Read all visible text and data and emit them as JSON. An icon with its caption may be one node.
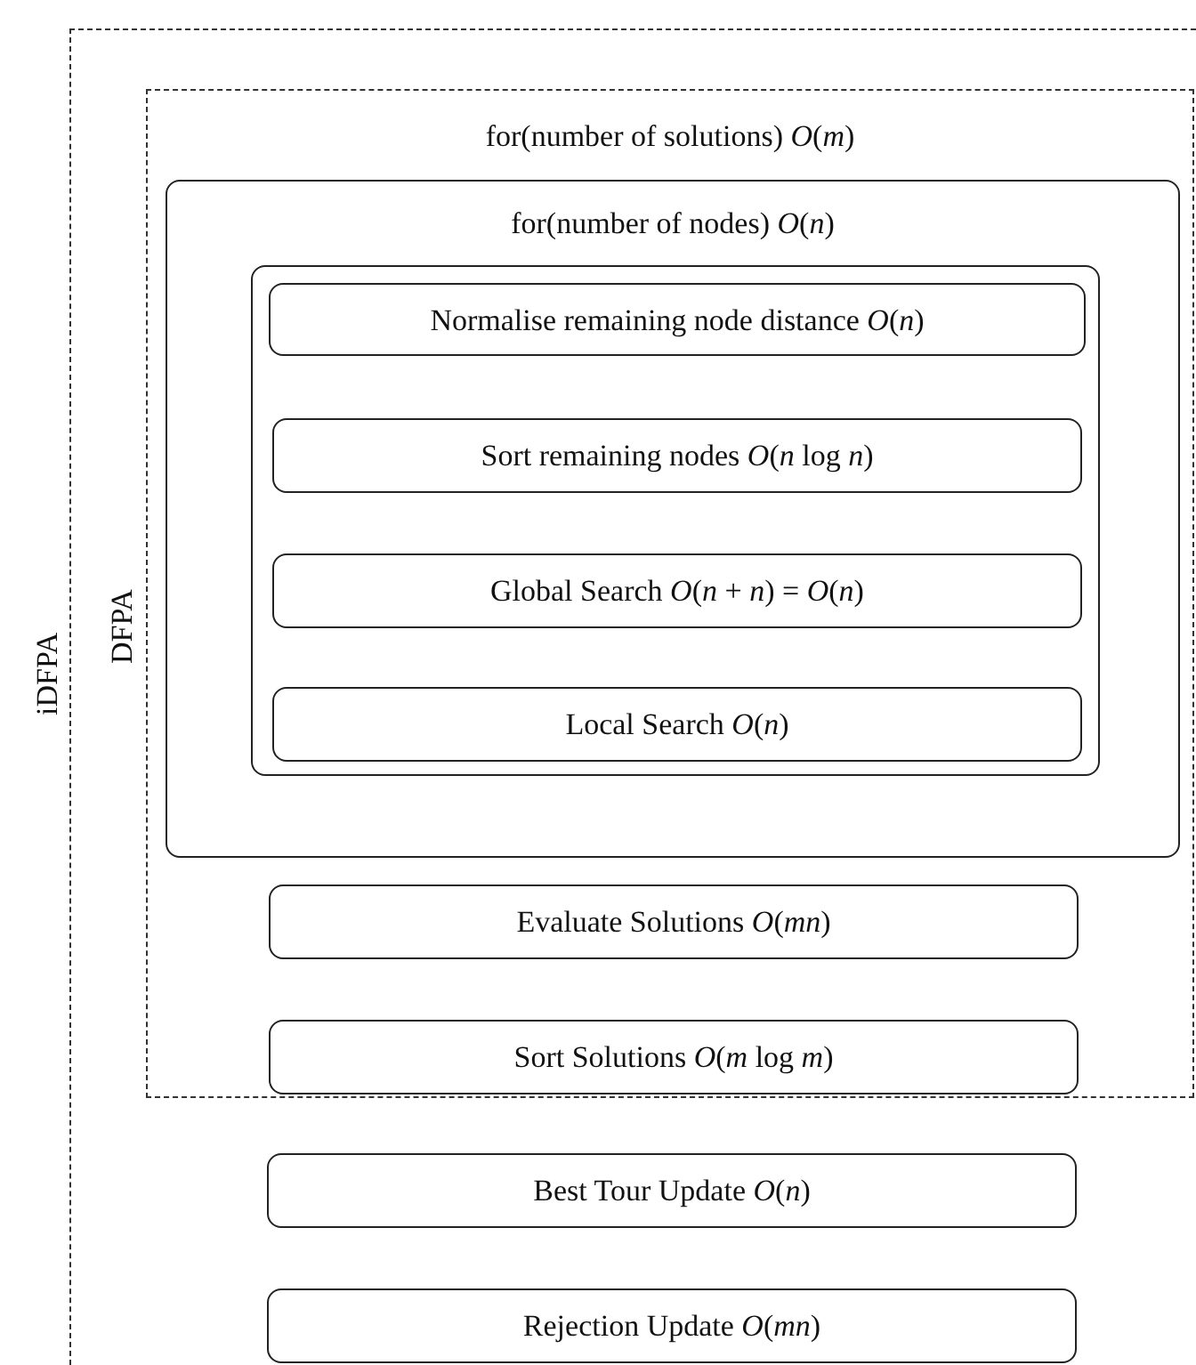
{
  "diagram": {
    "nodes": [
      {
        "text": [
          "iDFPA"
        ]
      },
      {
        "text": [
          "DFPA",
          "for(number of solutions) *O*(*m*)"
        ],
        "in": 0
      },
      {
        "text": [
          "for(number of nodes) *O*(*n*)"
        ],
        "in": 1
      },
      {
        "text": [],
        "shape": "box",
        "in": 2
      },
      {
        "text": [
          "Normalise remaining node distance *O*(*n*)"
        ],
        "in": 3
      },
      {
        "text": [
          "Sort remaining nodes *O*(*n* log *n*)"
        ],
        "in": 3
      },
      {
        "text": [
          "Global Search *O*(*n* + *n*) = *O*(*n*)"
        ],
        "in": 3
      },
      {
        "text": [
          "Local Search *O*(*n*)"
        ],
        "in": 3
      },
      {
        "text": [
          "Evaluate Solutions *O*(*mn*)"
        ],
        "in": 1
      },
      {
        "text": [
          "Sort Solutions *O*(*m* log *m*)"
        ],
        "in": 1
      },
      {
        "text": [
          "Best Tour Update *O*(*n*)"
        ],
        "in": 0
      },
      {
        "text": [
          "Rejection Update *O*(*mn*)"
        ],
        "in": 0
      }
    ]
  }
}
